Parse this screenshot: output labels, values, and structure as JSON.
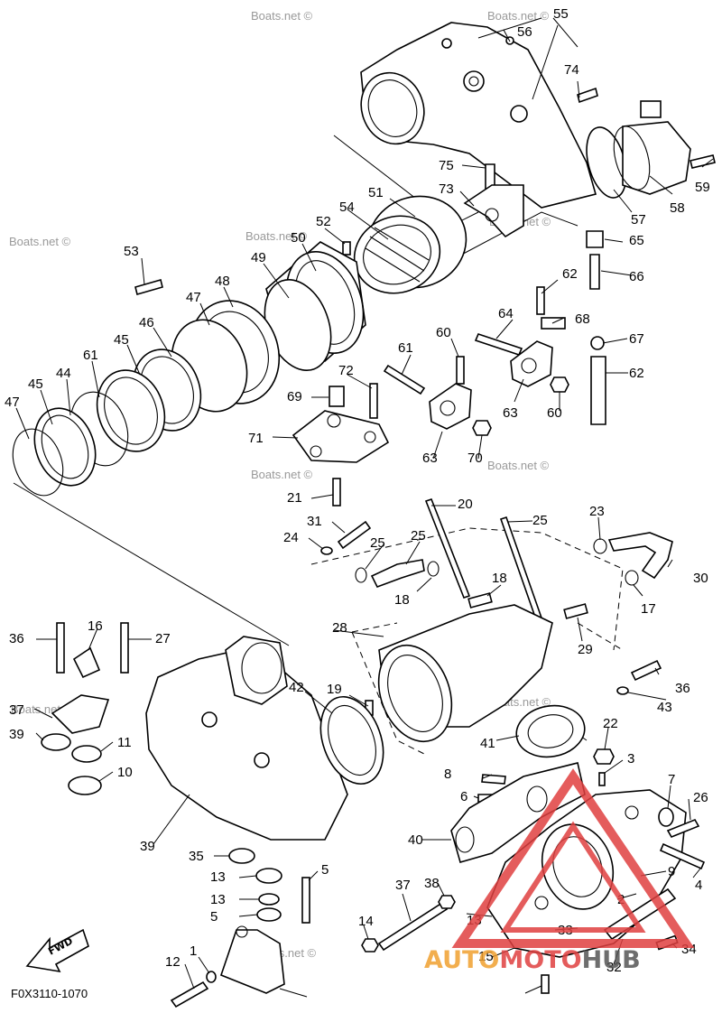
{
  "diagram_code": "F0X3110-1070",
  "watermark": "Boats.net ©",
  "fwd_label": "FWD",
  "brand": {
    "part1": "AUTO",
    "part2": "MOTO",
    "part3": "HUB",
    "color1": "#f0a030",
    "color2": "#e04040",
    "color3": "#555555"
  },
  "callouts": [
    "55",
    "56",
    "74",
    "59",
    "58",
    "57",
    "75",
    "73",
    "51",
    "54",
    "52",
    "65",
    "66",
    "53",
    "50",
    "49",
    "48",
    "47",
    "46",
    "45",
    "44",
    "45",
    "47",
    "61",
    "62",
    "64",
    "68",
    "67",
    "62",
    "61",
    "60",
    "63",
    "60",
    "63",
    "70",
    "72",
    "69",
    "71",
    "21",
    "20",
    "25",
    "23",
    "30",
    "31",
    "24",
    "25",
    "25",
    "18",
    "17",
    "18",
    "28",
    "29",
    "36",
    "43",
    "36",
    "16",
    "27",
    "19",
    "42",
    "41",
    "37",
    "39",
    "11",
    "10",
    "22",
    "8",
    "3",
    "7",
    "6",
    "26",
    "40",
    "39",
    "35",
    "13",
    "5",
    "9",
    "38",
    "4",
    "13",
    "37",
    "2",
    "5",
    "13",
    "14",
    "33",
    "34",
    "12",
    "1",
    "32",
    "15"
  ]
}
